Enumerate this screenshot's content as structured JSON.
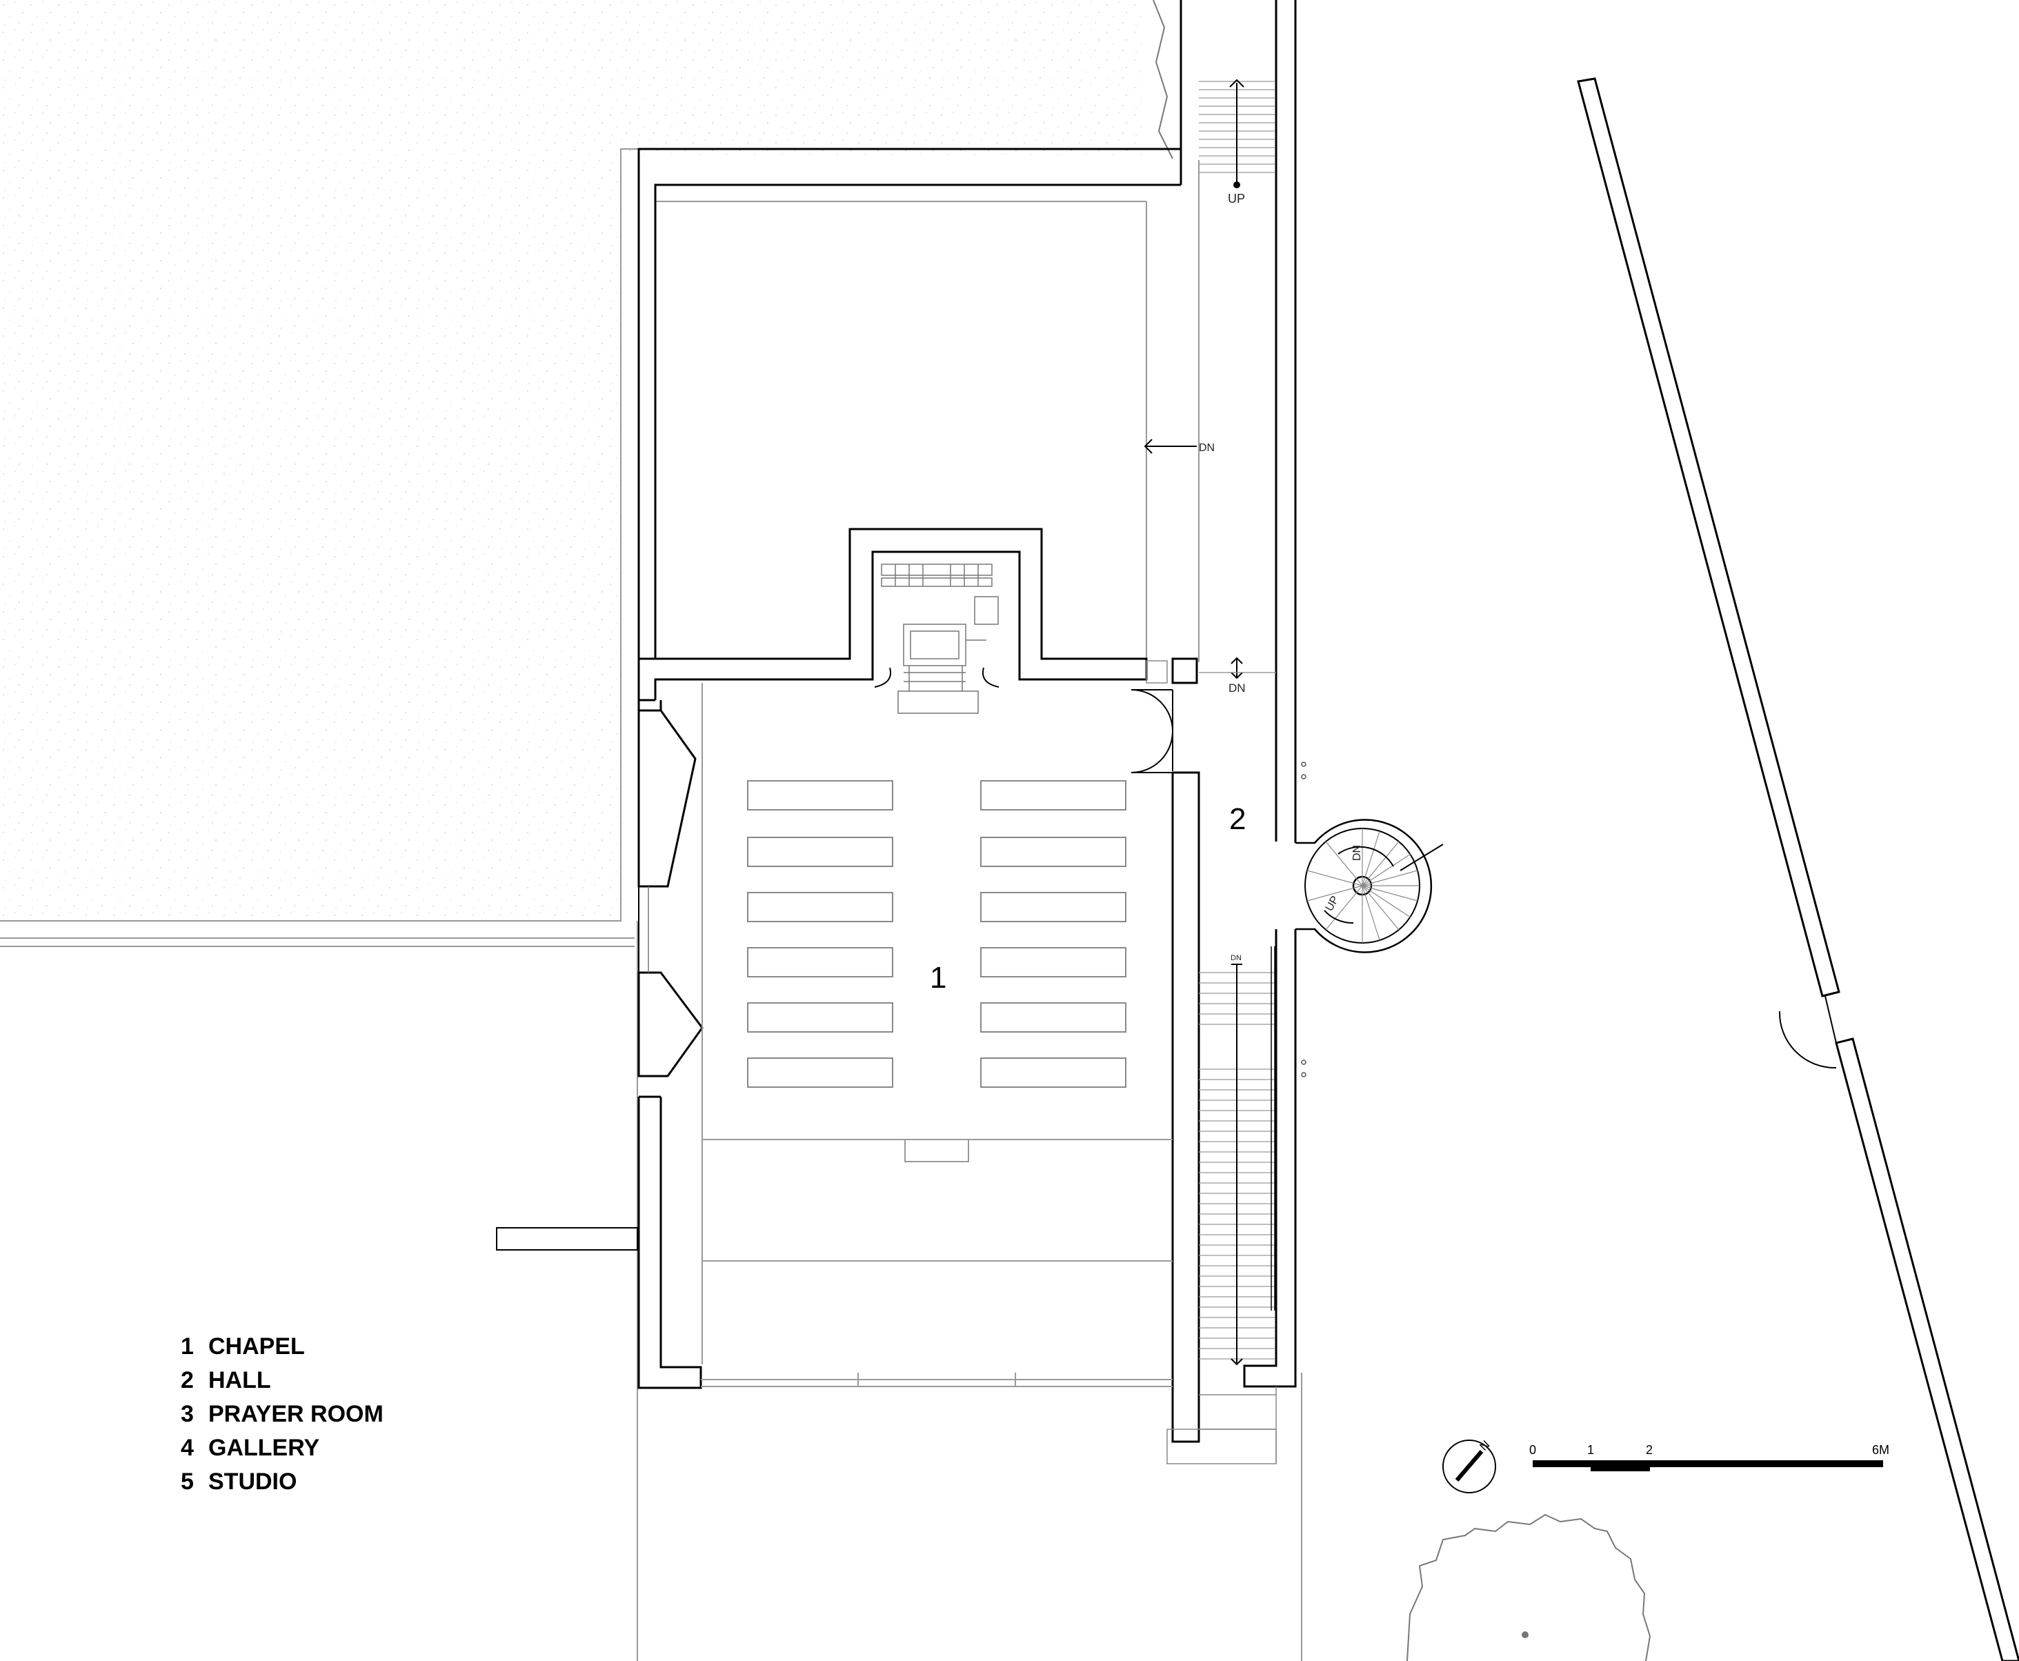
{
  "legend": [
    {
      "num": "1",
      "label": "CHAPEL"
    },
    {
      "num": "2",
      "label": "HALL"
    },
    {
      "num": "3",
      "label": "PRAYER ROOM"
    },
    {
      "num": "4",
      "label": "GALLERY"
    },
    {
      "num": "5",
      "label": "STUDIO"
    }
  ],
  "room_labels": {
    "chapel": "1",
    "hall": "2"
  },
  "stair_labels": {
    "north_stair": "UP",
    "ramp": "DN",
    "entry_step": "DN",
    "east_stair": "DN",
    "spiral_dn": "DN",
    "spiral_up": "UP"
  },
  "north_label": "N",
  "scale_bar": {
    "ticks": [
      "0",
      "1",
      "2",
      "6M"
    ]
  }
}
